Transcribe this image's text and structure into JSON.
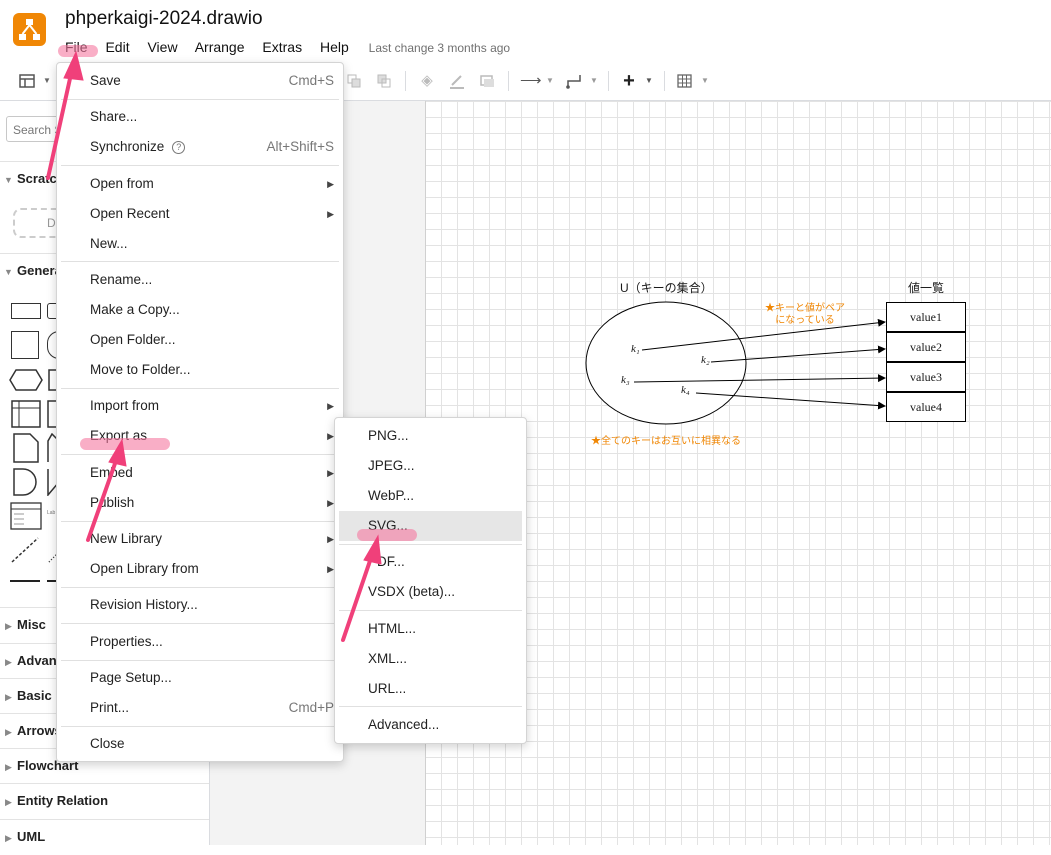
{
  "app": {
    "title": "phperkaigi-2024.drawio",
    "menus": [
      "File",
      "Edit",
      "View",
      "Arrange",
      "Extras",
      "Help"
    ],
    "last_change": "Last change 3 months ago"
  },
  "sidebar": {
    "search_placeholder": "Search S",
    "sections": {
      "scratch": "Scratc",
      "general": "Genera",
      "misc": "Misc",
      "advanced": "Advan",
      "basic": "Basic",
      "arrows": "Arrows",
      "flowchart": "Flowchart",
      "entity": "Entity Relation",
      "uml": "UML"
    },
    "drop_hint": "D"
  },
  "file_menu": {
    "items": [
      {
        "label": "Save",
        "shortcut": "Cmd+S"
      },
      {
        "label": "Share..."
      },
      {
        "label": "Synchronize",
        "shortcut": "Alt+Shift+S"
      },
      {
        "label": "Open from"
      },
      {
        "label": "Open Recent"
      },
      {
        "label": "New..."
      },
      {
        "label": "Rename..."
      },
      {
        "label": "Make a Copy..."
      },
      {
        "label": "Open Folder..."
      },
      {
        "label": "Move to Folder..."
      },
      {
        "label": "Import from"
      },
      {
        "label": "Export as"
      },
      {
        "label": "Embed"
      },
      {
        "label": "Publish"
      },
      {
        "label": "New Library"
      },
      {
        "label": "Open Library from"
      },
      {
        "label": "Revision History..."
      },
      {
        "label": "Properties..."
      },
      {
        "label": "Page Setup..."
      },
      {
        "label": "Print...",
        "shortcut": "Cmd+P"
      },
      {
        "label": "Close"
      }
    ]
  },
  "export_menu": {
    "items": [
      "PNG...",
      "JPEG...",
      "WebP...",
      "SVG...",
      "PDF...",
      "VSDX (beta)...",
      "HTML...",
      "XML...",
      "URL...",
      "Advanced..."
    ],
    "selected": "SVG..."
  },
  "diagram": {
    "set_label": "U（キーの集合）",
    "values_label": "値一覧",
    "keys": [
      "k₁",
      "k₂",
      "k₃",
      "k₄"
    ],
    "values": [
      "value1",
      "value2",
      "value3",
      "value4"
    ],
    "note_pair": [
      "★キーと値がペア",
      "になっている"
    ],
    "note_keys": "★全てのキーはお互いに相異なる",
    "note_color": "#f08705"
  },
  "annotation_color": "#f0407a"
}
